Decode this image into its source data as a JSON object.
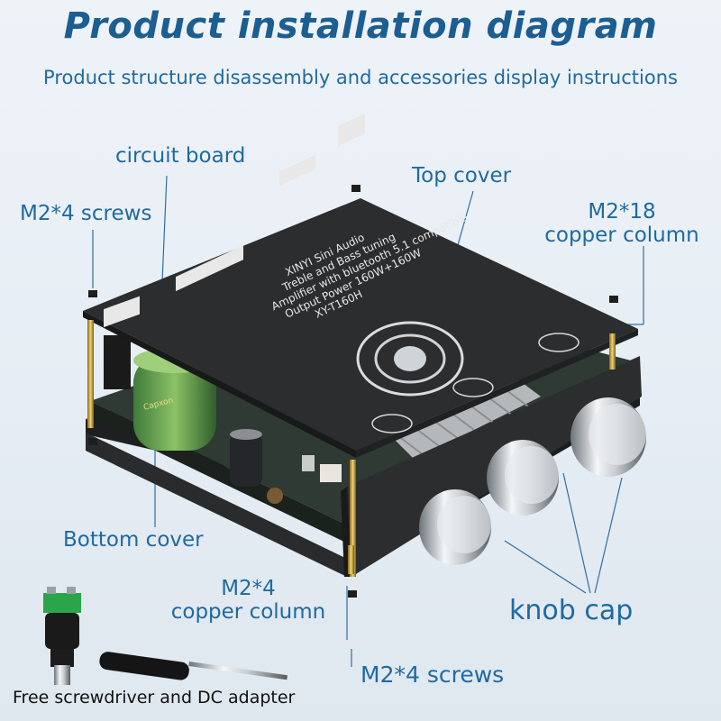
{
  "header": {
    "title": "Product installation diagram",
    "subtitle": "Product structure disassembly and accessories display instructions"
  },
  "labels": {
    "circuit_board": "circuit board",
    "top_cover": "Top cover",
    "m2_4_screws_top": "M2*4 screws",
    "m2_18_line1": "M2*18",
    "m2_18_line2": "copper column",
    "bottom_cover": "Bottom cover",
    "m2_4_col_line1": "M2*4",
    "m2_4_col_line2": "copper column",
    "knob_cap": "knob cap",
    "m2_4_screws_bottom": "M2*4 screws",
    "accessories": "Free screwdriver and DC adapter"
  },
  "board": {
    "brand": "XINYI Sini Audio",
    "line1": "Treble and Bass tuning",
    "line2": "Amplifier with bluetooth 5.1 compatible",
    "line3": "Output Power 160W+160W",
    "model": "XY-T160H"
  },
  "colors": {
    "accent": "#1f6aa0",
    "title": "#1c5e91",
    "board": "#2b2d2e"
  }
}
